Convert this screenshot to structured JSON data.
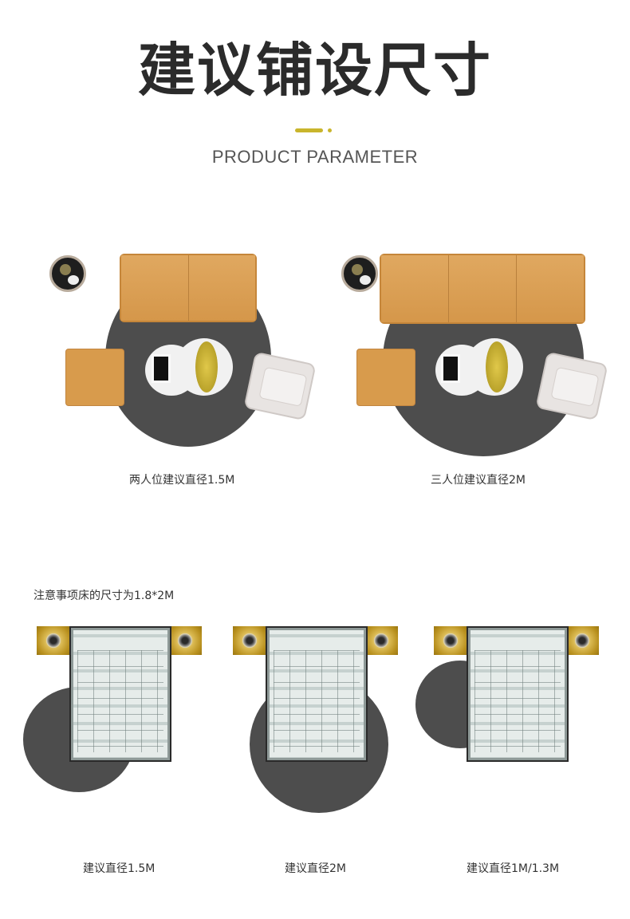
{
  "header": {
    "title": "建议铺设尺寸",
    "subtitle": "PRODUCT PARAMETER",
    "accent_color": "#c9b52c"
  },
  "sofa_section": {
    "layouts": [
      {
        "name": "two-seat",
        "seats": 2,
        "caption": "两人位建议直径1.5M"
      },
      {
        "name": "three-seat",
        "seats": 3,
        "caption": "三人位建议直径2M"
      }
    ]
  },
  "bed_section": {
    "note": "注意事项床的尺寸为1.8*2M",
    "layouts": [
      {
        "name": "bed-1",
        "caption": "建议直径1.5M"
      },
      {
        "name": "bed-2",
        "caption": "建议直径2M"
      },
      {
        "name": "bed-3",
        "caption": "建议直径1M/1.3M"
      }
    ]
  },
  "colors": {
    "rug": "#4d4d4d",
    "sofa": "#d89b4c",
    "text_dark": "#2b2b2b"
  }
}
